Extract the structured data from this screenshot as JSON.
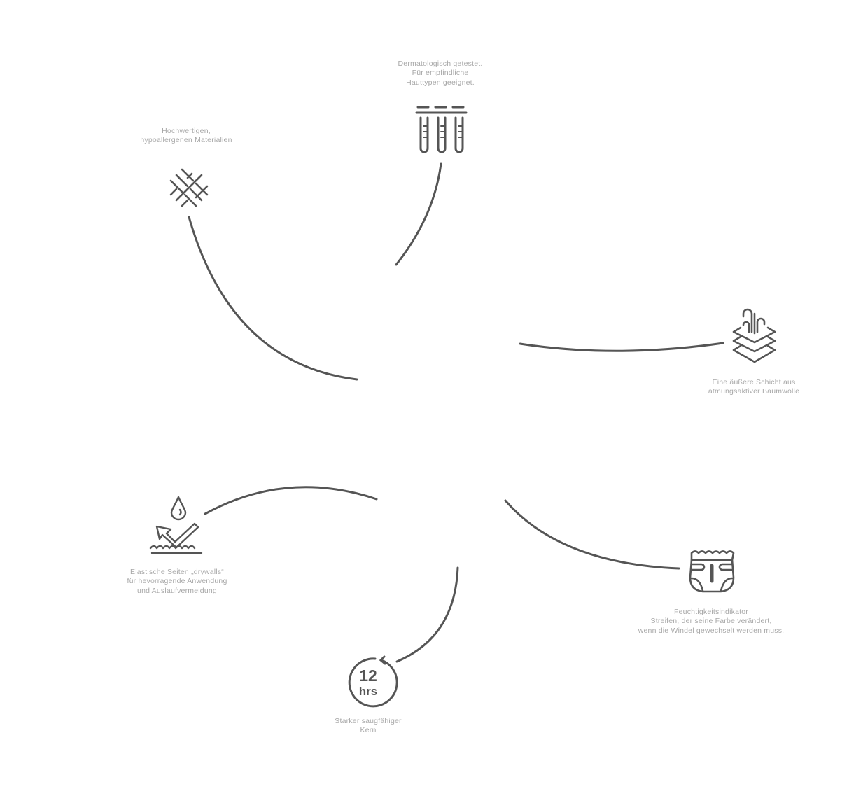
{
  "features": [
    {
      "id": "materials",
      "icon": "fabric-weave-icon",
      "lines": [
        "Hochwertigen,",
        "hypoallergenen Materialien"
      ]
    },
    {
      "id": "dermatology",
      "icon": "test-tubes-icon",
      "lines": [
        "Dermatologisch getestet.",
        "Für empfindliche",
        "Hauttypen geeignet."
      ]
    },
    {
      "id": "cotton",
      "icon": "breathable-layers-icon",
      "lines": [
        "Eine äußere Schicht aus",
        "atmungsaktiver Baumwolle"
      ]
    },
    {
      "id": "drywalls",
      "icon": "water-repellent-icon",
      "lines": [
        "Elastische Seiten „drywalls“",
        "für hevorragende Anwendung",
        "und Auslaufvermeidung"
      ]
    },
    {
      "id": "indicator",
      "icon": "diaper-indicator-icon",
      "lines": [
        "Feuchtigkeitsindikator",
        "Streifen, der seine Farbe verändert,",
        "wenn die Windel gewechselt werden muss."
      ]
    },
    {
      "id": "core",
      "icon": "twelve-hours-icon",
      "icon_text": [
        "12",
        "hrs"
      ],
      "lines": [
        "Starker saugfähiger",
        "Kern"
      ]
    }
  ],
  "colors": {
    "line": "#555555",
    "text": "#a8a8a8"
  }
}
